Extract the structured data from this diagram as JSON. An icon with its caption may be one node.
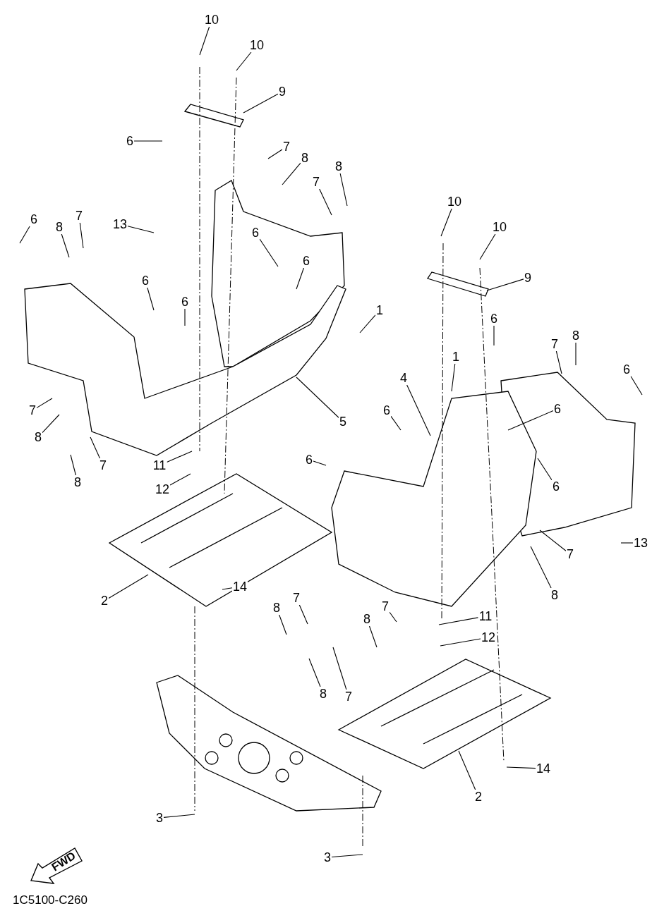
{
  "diagram": {
    "nodes": [
      {
        "text": [
          "10"
        ]
      },
      {
        "text": [
          "10"
        ]
      },
      {
        "text": [
          "9"
        ]
      },
      {
        "text": [
          "6"
        ]
      },
      {
        "text": [
          "7"
        ]
      },
      {
        "text": [
          "8"
        ]
      },
      {
        "text": [
          "7"
        ]
      },
      {
        "text": [
          "8"
        ]
      },
      {
        "text": [
          "6"
        ]
      },
      {
        "text": [
          "8"
        ]
      },
      {
        "text": [
          "7"
        ]
      },
      {
        "text": [
          "13"
        ]
      },
      {
        "text": [
          "6"
        ]
      },
      {
        "text": [
          "6"
        ]
      },
      {
        "text": [
          "6"
        ]
      },
      {
        "text": [
          "6"
        ]
      },
      {
        "text": [
          "1"
        ]
      },
      {
        "text": [
          "7"
        ]
      },
      {
        "text": [
          "8"
        ]
      },
      {
        "text": [
          "7"
        ]
      },
      {
        "text": [
          "8"
        ]
      },
      {
        "text": [
          "5"
        ]
      },
      {
        "text": [
          "11"
        ]
      },
      {
        "text": [
          "12"
        ]
      },
      {
        "text": [
          "2"
        ]
      },
      {
        "text": [
          "14"
        ]
      },
      {
        "text": [
          "10"
        ]
      },
      {
        "text": [
          "10"
        ]
      },
      {
        "text": [
          "9"
        ]
      },
      {
        "text": [
          "1"
        ]
      },
      {
        "text": [
          "6"
        ]
      },
      {
        "text": [
          "7"
        ]
      },
      {
        "text": [
          "8"
        ]
      },
      {
        "text": [
          "6"
        ]
      },
      {
        "text": [
          "4"
        ]
      },
      {
        "text": [
          "6"
        ]
      },
      {
        "text": [
          "6"
        ]
      },
      {
        "text": [
          "6"
        ]
      },
      {
        "text": [
          "6"
        ]
      },
      {
        "text": [
          "13"
        ]
      },
      {
        "text": [
          "7"
        ]
      },
      {
        "text": [
          "8"
        ]
      },
      {
        "text": [
          "7"
        ]
      },
      {
        "text": [
          "8"
        ]
      },
      {
        "text": [
          "7"
        ]
      },
      {
        "text": [
          "8"
        ]
      },
      {
        "text": [
          "11"
        ]
      },
      {
        "text": [
          "12"
        ]
      },
      {
        "text": [
          "7"
        ]
      },
      {
        "text": [
          "8"
        ]
      },
      {
        "text": [
          "2"
        ]
      },
      {
        "text": [
          "14"
        ]
      },
      {
        "text": [
          "3"
        ]
      },
      {
        "text": [
          "3"
        ]
      },
      {
        "text": [
          "FWD"
        ]
      }
    ],
    "edges": [
      {
        "from": 0,
        "to": null,
        "arrow": "none"
      },
      {
        "from": 1,
        "to": null,
        "arrow": "none"
      },
      {
        "from": 2,
        "to": null,
        "arrow": "none"
      },
      {
        "from": 3,
        "to": null,
        "arrow": "none"
      },
      {
        "from": 4,
        "to": null,
        "arrow": "none"
      },
      {
        "from": 5,
        "to": null,
        "arrow": "none"
      },
      {
        "from": 6,
        "to": null,
        "arrow": "none"
      },
      {
        "from": 7,
        "to": null,
        "arrow": "none"
      },
      {
        "from": 8,
        "to": null,
        "arrow": "none"
      },
      {
        "from": 9,
        "to": null,
        "arrow": "none"
      },
      {
        "from": 10,
        "to": null,
        "arrow": "none"
      },
      {
        "from": 11,
        "to": null,
        "arrow": "none"
      },
      {
        "from": 12,
        "to": null,
        "arrow": "none"
      },
      {
        "from": 13,
        "to": null,
        "arrow": "none"
      },
      {
        "from": 14,
        "to": null,
        "arrow": "none"
      },
      {
        "from": 15,
        "to": null,
        "arrow": "none"
      },
      {
        "from": 16,
        "to": null,
        "arrow": "none"
      },
      {
        "from": 17,
        "to": null,
        "arrow": "none"
      },
      {
        "from": 18,
        "to": null,
        "arrow": "none"
      },
      {
        "from": 19,
        "to": null,
        "arrow": "none"
      },
      {
        "from": 20,
        "to": null,
        "arrow": "none"
      },
      {
        "from": 21,
        "to": null,
        "arrow": "none"
      },
      {
        "from": 22,
        "to": null,
        "arrow": "none"
      },
      {
        "from": 23,
        "to": null,
        "arrow": "none"
      },
      {
        "from": 24,
        "to": null,
        "arrow": "none"
      },
      {
        "from": 25,
        "to": null,
        "arrow": "none"
      },
      {
        "from": 26,
        "to": null,
        "arrow": "none"
      },
      {
        "from": 27,
        "to": null,
        "arrow": "none"
      },
      {
        "from": 28,
        "to": null,
        "arrow": "none"
      },
      {
        "from": 29,
        "to": null,
        "arrow": "none"
      },
      {
        "from": 30,
        "to": null,
        "arrow": "none"
      },
      {
        "from": 31,
        "to": null,
        "arrow": "none"
      },
      {
        "from": 32,
        "to": null,
        "arrow": "none"
      },
      {
        "from": 33,
        "to": null,
        "arrow": "none"
      },
      {
        "from": 34,
        "to": null,
        "arrow": "none"
      },
      {
        "from": 35,
        "to": null,
        "arrow": "none"
      },
      {
        "from": 36,
        "to": null,
        "arrow": "none"
      },
      {
        "from": 37,
        "to": null,
        "arrow": "none"
      },
      {
        "from": 38,
        "to": null,
        "arrow": "none"
      },
      {
        "from": 39,
        "to": null,
        "arrow": "none"
      },
      {
        "from": 40,
        "to": null,
        "arrow": "none"
      },
      {
        "from": 41,
        "to": null,
        "arrow": "none"
      },
      {
        "from": 42,
        "to": null,
        "arrow": "none"
      },
      {
        "from": 43,
        "to": null,
        "arrow": "none"
      },
      {
        "from": 44,
        "to": null,
        "arrow": "none"
      },
      {
        "from": 45,
        "to": null,
        "arrow": "none"
      },
      {
        "from": 46,
        "to": null,
        "arrow": "none"
      },
      {
        "from": 47,
        "to": null,
        "arrow": "none"
      },
      {
        "from": 48,
        "to": null,
        "arrow": "none"
      },
      {
        "from": 49,
        "to": null,
        "arrow": "none"
      },
      {
        "from": 50,
        "to": null,
        "arrow": "none"
      },
      {
        "from": 51,
        "to": null,
        "arrow": "none"
      },
      {
        "from": 52,
        "to": null,
        "arrow": "none"
      },
      {
        "from": 53,
        "to": null,
        "arrow": "none"
      }
    ],
    "labels": [
      "1C5100-C260"
    ]
  }
}
